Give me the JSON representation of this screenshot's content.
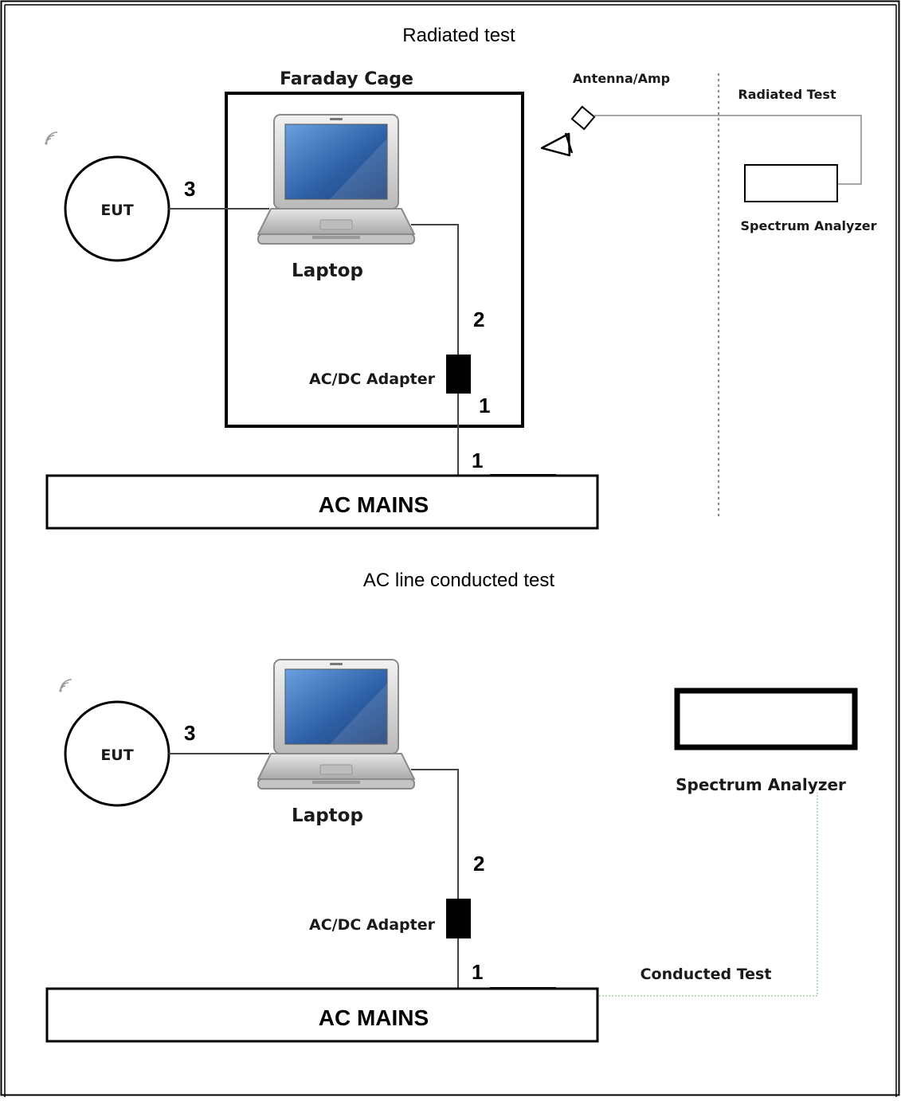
{
  "titles": {
    "radiated": "Radiated test",
    "conducted": "AC line conducted test"
  },
  "radiated_setup": {
    "cage_label": "Faraday Cage",
    "eut_label": "EUT",
    "laptop_label": "Laptop",
    "adapter_label": "AC/DC Adapter",
    "mains_label": "AC MAINS",
    "antenna_label": "Antenna/Amp",
    "radiated_test_label": "Radiated Test",
    "analyzer_label": "Spectrum Analyzer",
    "cable_eut_laptop": "3",
    "cable_laptop_adapter": "2",
    "cable_adapter_inside": "1",
    "cable_adapter_mains": "1"
  },
  "conducted_setup": {
    "eut_label": "EUT",
    "laptop_label": "Laptop",
    "adapter_label": "AC/DC Adapter",
    "mains_label": "AC MAINS",
    "analyzer_label": "Spectrum Analyzer",
    "conducted_test_label": "Conducted Test",
    "cable_eut_laptop": "3",
    "cable_laptop_adapter": "2",
    "cable_adapter_mains": "1"
  },
  "icons": {
    "wireless": "wireless-signal-icon",
    "laptop": "laptop-icon",
    "antenna": "antenna-icon"
  },
  "colors": {
    "line": "#000000",
    "wire": "#444444",
    "laptop_screen": "#2f62a8",
    "laptop_body": "#c9c9c9",
    "dashed_divider": "#888888",
    "conducted_link": "#9fd49f"
  }
}
